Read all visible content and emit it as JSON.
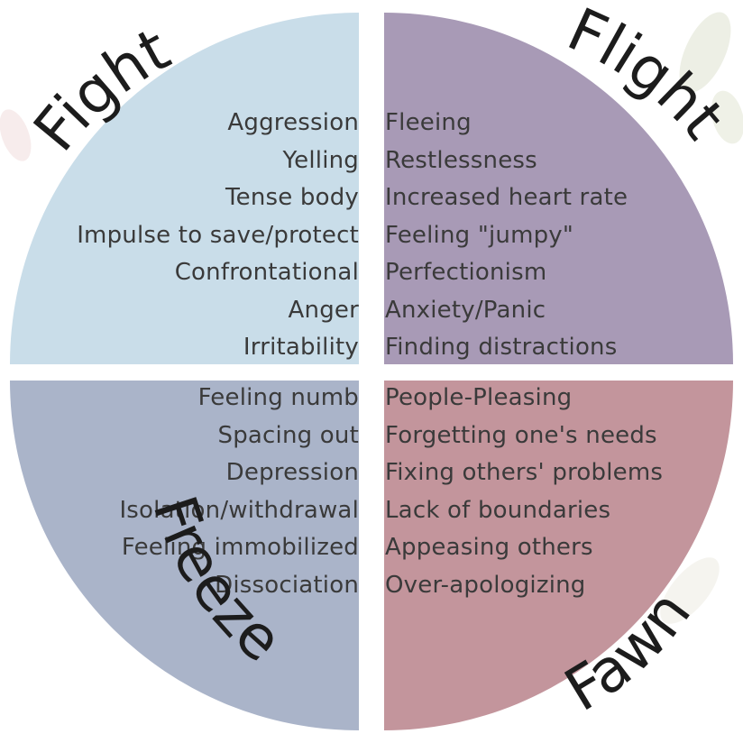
{
  "colors": {
    "fight": "#c9dde9",
    "flight": "#a89ab6",
    "freeze": "#aab4c9",
    "fawn": "#c3959c",
    "text": "#3a3a3a",
    "title": "#1c1c1c"
  },
  "quadrants": {
    "fight": {
      "title": "Fight",
      "items": [
        "Aggression",
        "Yelling",
        "Tense body",
        "Impulse to  save/protect",
        "Confrontational",
        "Anger",
        "Irritability"
      ]
    },
    "flight": {
      "title": "Flight",
      "items": [
        "Fleeing",
        "Restlessness",
        "Increased heart rate",
        "Feeling \"jumpy\"",
        "Perfectionism",
        "Anxiety/Panic",
        "Finding distractions"
      ]
    },
    "freeze": {
      "title": "Freeze",
      "items": [
        "Feeling numb",
        "Spacing out",
        "Depression",
        "Isolation/withdrawal",
        "Feeling immobilized",
        "Dissociation"
      ]
    },
    "fawn": {
      "title": "Fawn",
      "items": [
        "People-Pleasing",
        "Forgetting one's needs",
        "Fixing others' problems",
        "Lack of boundaries",
        "Appeasing others",
        "Over-apologizing"
      ]
    }
  }
}
